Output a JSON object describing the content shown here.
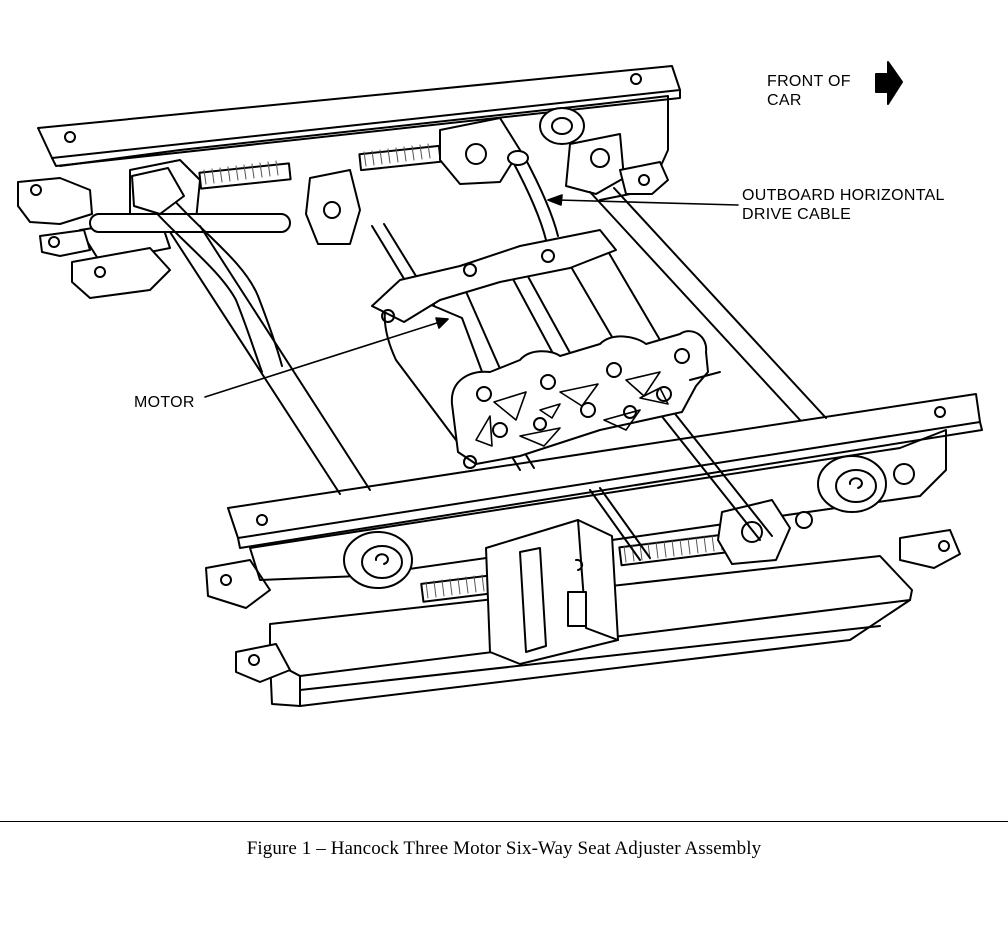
{
  "labels": {
    "front": [
      "FRONT OF",
      "CAR"
    ],
    "cable": [
      "OUTBOARD HORIZONTAL",
      "DRIVE CABLE"
    ],
    "motor": "MOTOR"
  },
  "caption": "Figure 1 – Hancock Three Motor Six-Way Seat Adjuster Assembly",
  "colors": {
    "ink": "#000000",
    "paper": "#ffffff",
    "gear": "#555555"
  },
  "icons": {
    "front_direction": "right-arrow-icon"
  }
}
